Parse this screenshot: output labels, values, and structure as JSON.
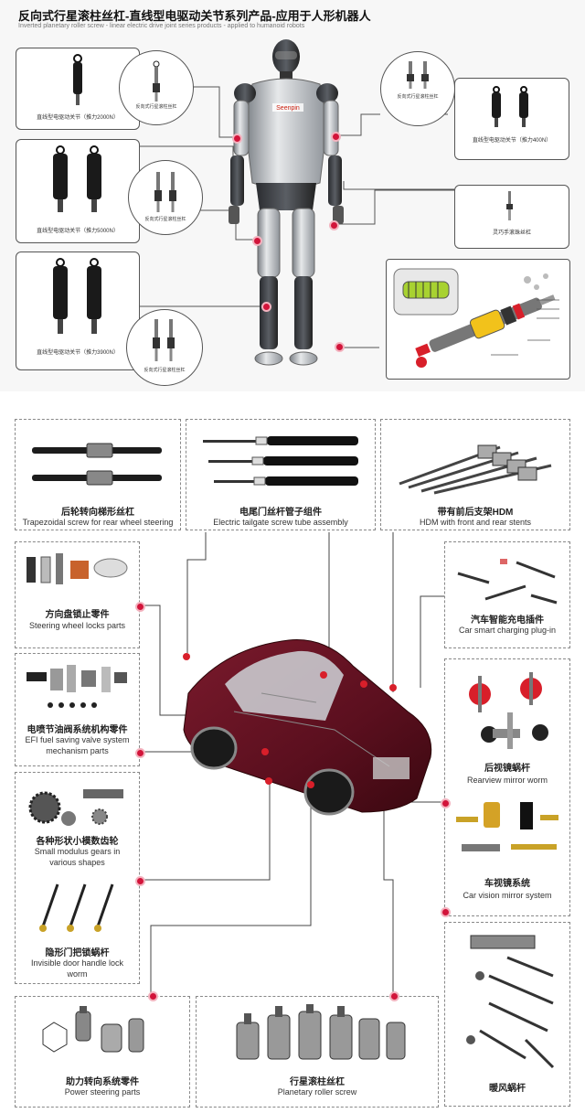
{
  "header": {
    "title": "反向式行星滚柱丝杠-直线型电驱动关节系列产品-应用于人形机器人",
    "subtitle": "Inverted planetary roller screw - linear electric drive joint series products - applied to humanoid robots"
  },
  "robot": {
    "chest_logo": "Seenpin",
    "callouts": [
      {
        "id": "c1",
        "label": "直线型电驱动关节（推力2000N）"
      },
      {
        "id": "c1z",
        "label": "反向式行星滚柱丝杠"
      },
      {
        "id": "c2",
        "label": "直线型电驱动关节（推力5000N）"
      },
      {
        "id": "c2z",
        "label": "反向式行星滚柱丝杠"
      },
      {
        "id": "c3",
        "label": "直线型电驱动关节（推力3900N）"
      },
      {
        "id": "c3z",
        "label": "反向式行星滚柱丝杠"
      },
      {
        "id": "c4",
        "label": "直线型电驱动关节（推力400N）"
      },
      {
        "id": "c4z",
        "label": "反向式行星滚柱丝杠"
      },
      {
        "id": "c5",
        "label": "灵巧手滚珠丝杠"
      }
    ]
  },
  "car_parts": {
    "top": [
      {
        "cn": "后轮转向梯形丝杠",
        "en": "Trapezoidal screw for rear wheel steering"
      },
      {
        "cn": "电尾门丝杆管子组件",
        "en": "Electric tailgate screw tube assembly"
      },
      {
        "cn": "带有前后支架HDM",
        "en": "HDM with front and rear stents"
      }
    ],
    "left": [
      {
        "cn": "方向盘锁止零件",
        "en": "Steering wheel locks parts"
      },
      {
        "cn": "电喷节油阀系统机构零件",
        "en": "EFI fuel saving valve system mechanism parts"
      },
      {
        "cn": "各种形状小模数齿轮",
        "en": "Small modulus gears in various shapes"
      },
      {
        "cn": "隐形门把锁蜗杆",
        "en": "Invisible door handle lock worm"
      }
    ],
    "right": [
      {
        "cn": "汽车智能充电插件",
        "en": "Car smart charging plug-in"
      },
      {
        "cn": "后视镜蜗杆",
        "en": "Rearview mirror worm"
      },
      {
        "cn": "车视镜系统",
        "en": "Car vision mirror system"
      },
      {
        "cn": "暖风蜗杆",
        "en": ""
      }
    ],
    "bottom": [
      {
        "cn": "助力转向系统零件",
        "en": "Power steering parts"
      },
      {
        "cn": "行星滚柱丝杠",
        "en": "Planetary roller screw"
      }
    ]
  }
}
